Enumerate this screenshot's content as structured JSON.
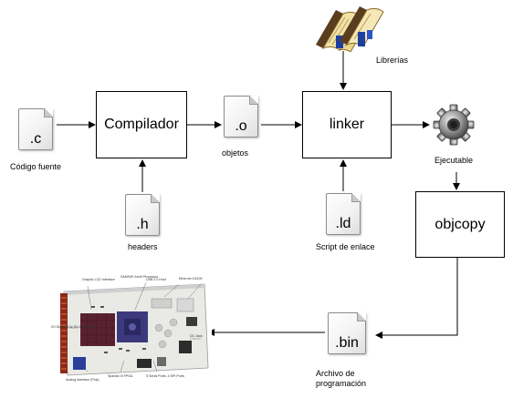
{
  "nodes": {
    "compilador": "Compilador",
    "linker": "linker",
    "objcopy": "objcopy"
  },
  "files": {
    "c": ".c",
    "o": ".o",
    "h": ".h",
    "ld": ".ld",
    "bin": ".bin"
  },
  "labels": {
    "codigo_fuente": "Código fuente",
    "objetos": "objetos",
    "headers": "headers",
    "script": "Script de enlace",
    "librerias": "Librerías",
    "ejecutable": "Ejecutable",
    "archivo": "Archivo de\nprogramación"
  },
  "board_labels": [
    "Graphic LCD Interface",
    "SAM9XE Arm9 Processor",
    "USB 2.0 Host",
    "Ethernet 10/100",
    "I/O Digital 3.3v, 5V Analog I/Os",
    "Analog Interface (Pins)",
    "Spartan III FPGA",
    "5 Serial Ports, 4 SPI Ports",
    "DC Jack"
  ],
  "icons": {
    "librerias": "books-icon",
    "ejecutable": "gear-icon",
    "board": "circuit-board-photo"
  }
}
